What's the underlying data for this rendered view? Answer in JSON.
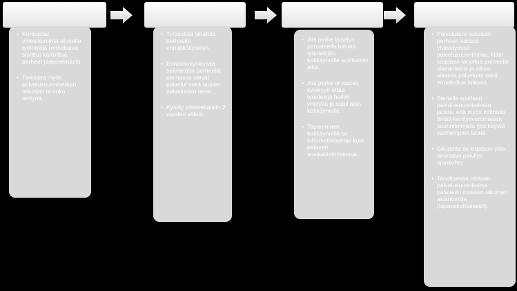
{
  "columns": [
    {
      "header": "",
      "items": [
        "Kunnasta/ yhteistoiminta-alueelta työntekijä (ennakoiva sovittu) kartoittaa perheet järjestelmästä",
        "Tarkistaa myös palvelusuunnitelman tekoajan ja onko tehtynä."
      ]
    },
    {
      "header": "",
      "items": [
        "Työntekijä lähettää perheelle ennakkokyselyn.",
        "Ennakkokyselyssä selvitetään perheellä olemassa olevat palvelut sekä uusien palveluiden tarve.",
        "Kysely toteutettaisiin 2 vuoden välein."
      ]
    },
    {
      "header": "",
      "items": [
        "Jos perhe kyselyn perusteella haluaa työntekijän kotikäynnille sovittaisiin aika.",
        "Jos perhe ei vastaa kyselyyn ottaa työntekijä heihin yhteyttä ja sopii ajan kotikäynnille",
        "Tapaaminen kotikäynnillä on informatiivisempi kuin palaveri sosiaalitoimistossa."
      ]
    },
    {
      "header": "",
      "items": [
        "Palvelutarvi tehdään perheen kanssa yhteistyössä palvelusuunnitelma. Näin saadaan tarjottua perheelle oikeanlaisia ja oikea-aikaisia palveluita sekä ennakoitua tulevaa.",
        "Samalla sovitaan palvelusuunnitelman jaosta, että myös kotihoito tietää kehitysvammaisen suunnitelmista (jos käyvät vanhempien luona",
        "Seuranta eli kirjataan ylös seuraava päivitys ajankohta",
        "Tarvittaessa otetaan palvelusuunnitelma palaverin mukaan ulkoinen asiantuntija (tapauskohtaisesti)."
      ]
    }
  ]
}
